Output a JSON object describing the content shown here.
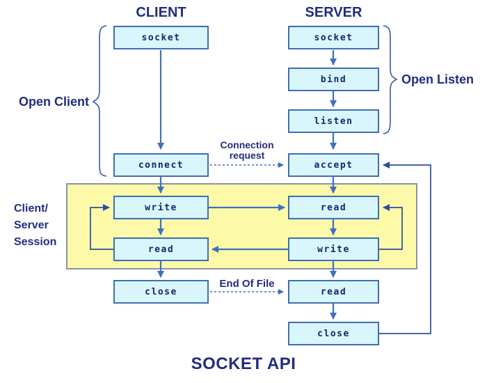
{
  "diagram_title": "SOCKET API",
  "client": {
    "heading": "CLIENT",
    "nodes": [
      {
        "label": "socket"
      },
      {
        "label": "connect"
      },
      {
        "label": "write"
      },
      {
        "label": "read"
      },
      {
        "label": "close"
      }
    ]
  },
  "server": {
    "heading": "SERVER",
    "nodes": [
      {
        "label": "socket"
      },
      {
        "label": "bind"
      },
      {
        "label": "listen"
      },
      {
        "label": "accept"
      },
      {
        "label": "read"
      },
      {
        "label": "write"
      },
      {
        "label": "read"
      },
      {
        "label": "close"
      }
    ]
  },
  "annotations": {
    "open_client": "Open Client",
    "open_listen": "Open Listen",
    "session_line1": "Client/",
    "session_line2": "Server",
    "session_line3": "Session",
    "connection_request_line1": "Connection",
    "connection_request_line2": "request",
    "end_of_file": "End Of File"
  },
  "colors": {
    "node_fill": "#D9F6FD",
    "node_border": "#3F6DB5",
    "arrow_blue": "#3E6FC4",
    "loop_navy": "#2D4E9E",
    "session_fill": "#FCF9A8",
    "session_border": "#8792AE",
    "label_text": "#232C80",
    "node_text": "#14266B",
    "background": "#FFFFFF"
  }
}
